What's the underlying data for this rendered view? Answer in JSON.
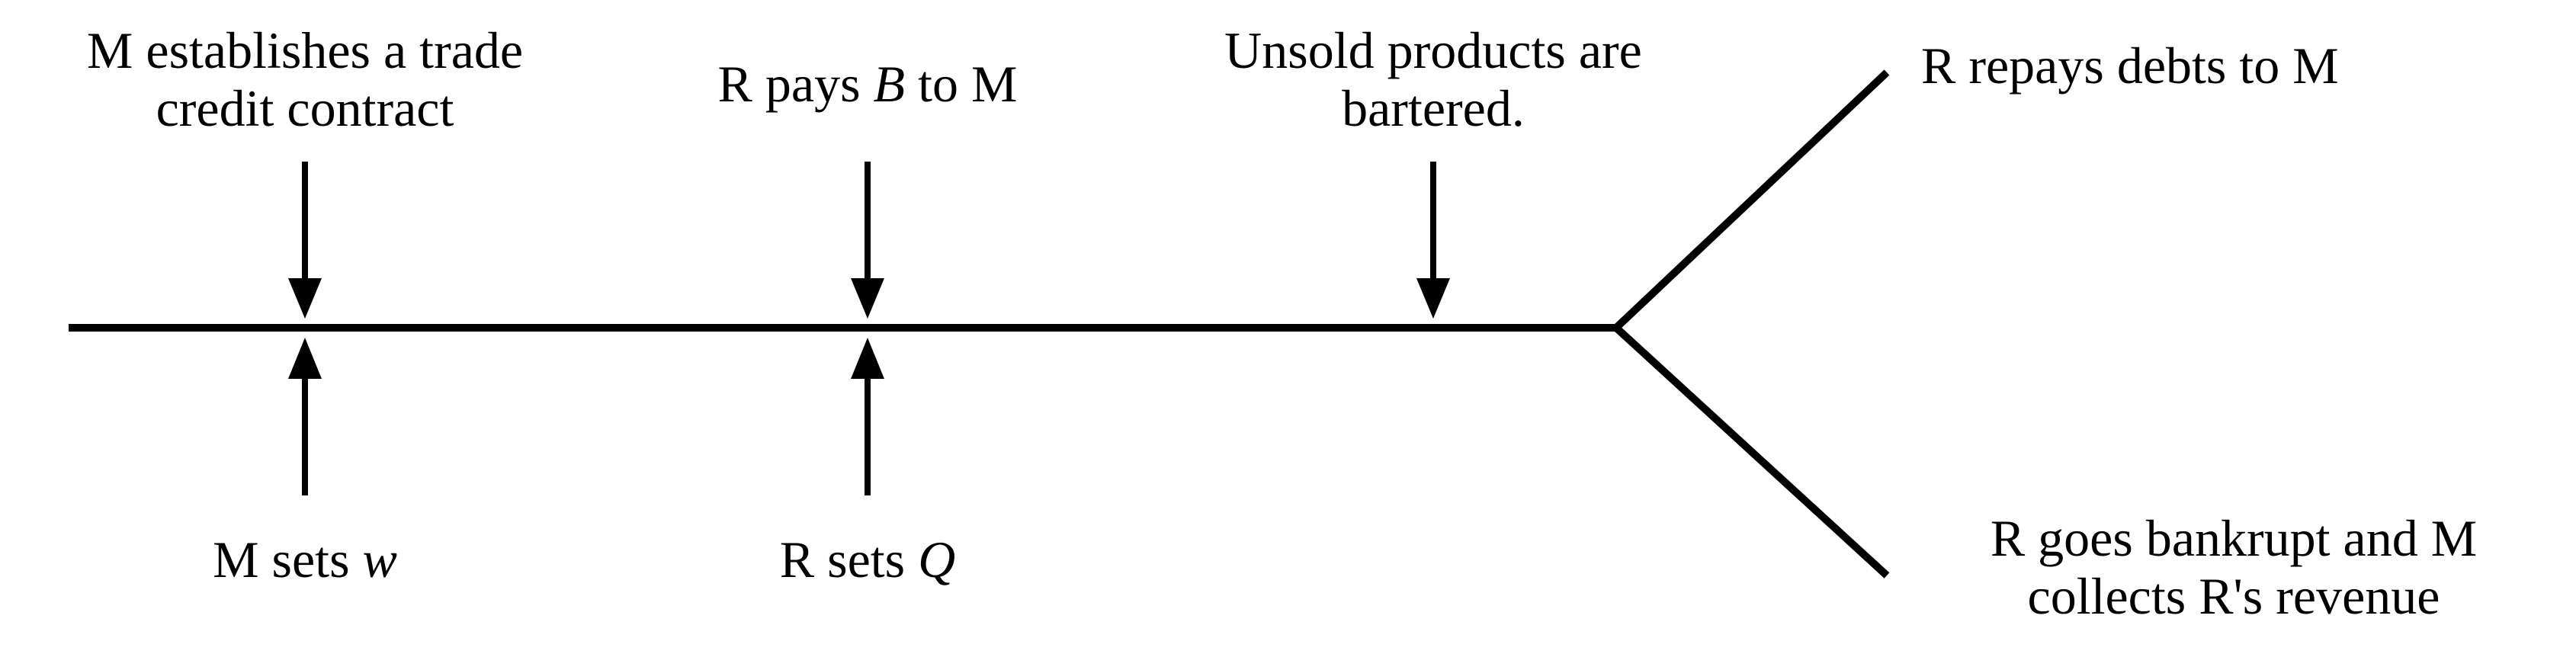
{
  "diagram": {
    "line_color": "#000000",
    "background": "#ffffff",
    "above_events": {
      "trade_credit": {
        "line1": "M establishes a trade",
        "line2": "credit contract"
      },
      "pays_b": {
        "prefix": "R pays ",
        "variable": "B",
        "suffix": " to M"
      },
      "bartered": {
        "line1": "Unsold products are",
        "line2": "bartered."
      }
    },
    "below_events": {
      "sets_w": {
        "prefix": "M sets ",
        "variable": "w"
      },
      "sets_q": {
        "prefix": "R sets ",
        "variable": "Q"
      }
    },
    "outcomes": {
      "repay": {
        "line1": "R repays debts to M"
      },
      "bankrupt": {
        "line1": "R goes bankrupt and M",
        "line2": "collects R's revenue"
      }
    },
    "arrow_icons": [
      "arrow-down-icon",
      "arrow-up-icon"
    ]
  }
}
